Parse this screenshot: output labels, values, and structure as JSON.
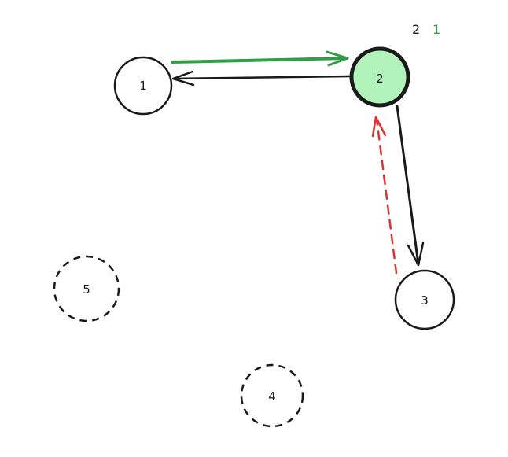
{
  "colors": {
    "stroke": "#1a1a1a",
    "highlight_fill": "#b2f2bb",
    "green_edge": "#2f9e44",
    "red_edge": "#e03131"
  },
  "counter": {
    "left": "2",
    "right": "1",
    "left_color": "#1a1a1a",
    "right_color": "#2f9e44"
  },
  "nodes": [
    {
      "id": "n1",
      "label": "1",
      "style": "solid",
      "highlighted": false
    },
    {
      "id": "n2",
      "label": "2",
      "style": "solid-bold",
      "highlighted": true
    },
    {
      "id": "n3",
      "label": "3",
      "style": "solid",
      "highlighted": false
    },
    {
      "id": "n4",
      "label": "4",
      "style": "dashed",
      "highlighted": false
    },
    {
      "id": "n5",
      "label": "5",
      "style": "dashed",
      "highlighted": false
    }
  ],
  "edges": [
    {
      "from": "1",
      "to": "2",
      "color": "#2f9e44",
      "style": "solid-bold"
    },
    {
      "from": "2",
      "to": "1",
      "color": "#1a1a1a",
      "style": "solid"
    },
    {
      "from": "2",
      "to": "3",
      "color": "#1a1a1a",
      "style": "solid"
    },
    {
      "from": "3",
      "to": "2",
      "color": "#e03131",
      "style": "dashed"
    }
  ]
}
